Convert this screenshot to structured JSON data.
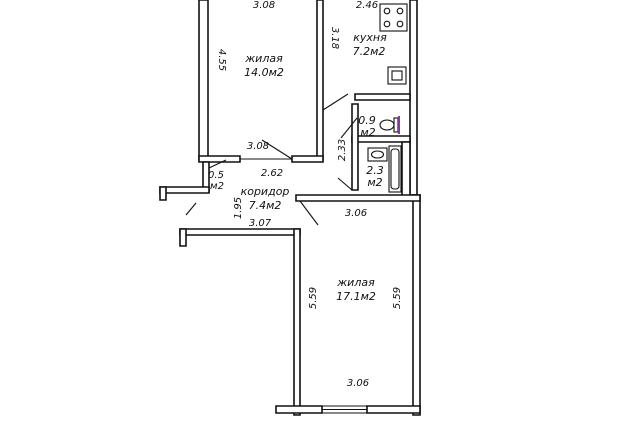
{
  "rooms": {
    "living1": {
      "name": "жилая",
      "area": "14.0м2"
    },
    "kitchen": {
      "name": "кухня",
      "area": "7.2м2"
    },
    "corridor": {
      "name": "коридор",
      "area": "7.4м2"
    },
    "living2": {
      "name": "жилая",
      "area": "17.1м2"
    },
    "toilet": {
      "area": "0.9",
      "unit": "м2"
    },
    "bathroom": {
      "area": "2.3",
      "unit": "м2"
    },
    "closet": {
      "area": "0.5",
      "unit": "м2"
    }
  },
  "dims": {
    "top_living1": "3.08",
    "top_kitchen": "2.46",
    "left_living1": "4.55",
    "kitchen_side": "3.18",
    "bottom_living1": "3.08",
    "corridor_width": "2.62",
    "bath_side": "2.33",
    "corridor_left": "1.95",
    "entrance_width": "3.07",
    "living2_top": "3.06",
    "living2_left": "5.59",
    "living2_right": "5.59",
    "living2_bottom": "3.06"
  }
}
